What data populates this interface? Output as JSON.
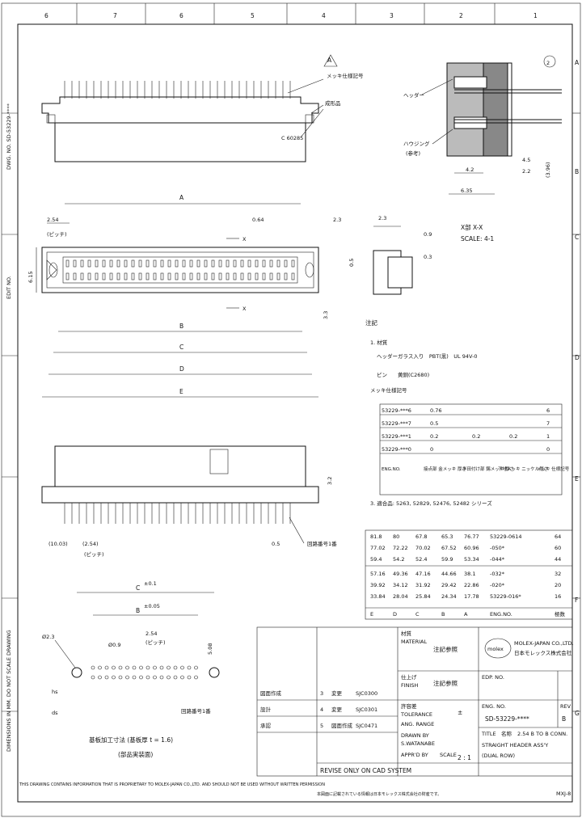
{
  "border": {
    "columns": [
      "6",
      "7",
      "6",
      "5",
      "4",
      "3",
      "2",
      "1"
    ],
    "rows": [
      "A",
      "B",
      "C",
      "D",
      "E",
      "F",
      "G"
    ],
    "side_text_top": "DWG. NO.  SD-53229-****",
    "side_text_mid": "EDIT NO.",
    "side_text_bottom": "DIMENSIONS IN MM. DO NOT SCALE DRAWING"
  },
  "top_view": {
    "rev_flag": "A",
    "plating_note": "メッキ仕様記号",
    "molding_note": "成形品",
    "wafer_label": "C 60285"
  },
  "side_section": {
    "header_label": "ヘッダー",
    "housing_label": "ハウジング",
    "housing_sub": "(参考)",
    "dim_42": "4.2",
    "dim_635": "6.35",
    "dim_22": "2.2",
    "dim_45": "4.5",
    "dim_396": "(3.96)"
  },
  "plan_view": {
    "dim_a": "A",
    "dim_b": "B",
    "dim_c": "C",
    "dim_d": "D",
    "dim_e": "E",
    "pitch_254": "2.54",
    "pitch_note": "(ピッチ)",
    "dim_064": "0.64",
    "dim_23": "2.3",
    "dim_615": "6.15",
    "dim_05": "0.5",
    "dim_33": "3.3",
    "section_x": "X"
  },
  "detail_x": {
    "dim_23": "2.3",
    "dim_09": "0.9",
    "dim_03": "0.3",
    "label": "X部 X-X",
    "scale": "SCALE: 4-1"
  },
  "notes": {
    "title": "注記",
    "item1": "1. 材質",
    "item1_line1": "ヘッダーガラス入り　PBT(黒)　UL 94V-0",
    "item1_line2": "ピン　　黄銅(C2680)",
    "item2": "メッキ仕様記号",
    "plating_rows": [
      [
        "53229-***6",
        "0.76",
        "",
        "",
        "6"
      ],
      [
        "53229-***7",
        "0.5",
        "",
        "",
        "7"
      ],
      [
        "53229-***1",
        "0.2",
        "0.2",
        "0.2",
        "1"
      ],
      [
        "53229-***0",
        "0",
        "",
        "",
        "0"
      ]
    ],
    "plating_header": [
      "ENG.NO.",
      "接点部 金メッキ 厚さ",
      "半田付け部 錫メッキ 厚さ",
      "下地メッキ ニッケル厚さ",
      "メッキ 仕様記号"
    ],
    "item3": "3. 適合品: 5263, 52829, 52476, 52482 シリーズ"
  },
  "front_view": {
    "dim_1003": "(10.03)",
    "dim_254": "(2.54)",
    "dim_254_note": "(ピッチ)",
    "dim_05": "0.5",
    "row_label": "回路番号1番",
    "dim_32": "3.2"
  },
  "dimension_table": {
    "rows": [
      [
        "81.8",
        "80",
        "67.8",
        "65.3",
        "76.77",
        "53229-0614",
        "64"
      ],
      [
        "77.02",
        "72.22",
        "70.02",
        "67.52",
        "60.96",
        "-050*",
        "60"
      ],
      [
        "59.4",
        "54.2",
        "52.4",
        "59.9",
        "53.34",
        "-044*",
        "44"
      ],
      [
        "57.16",
        "49.36",
        "47.16",
        "44.66",
        "38.1",
        "-032*",
        "32"
      ],
      [
        "39.92",
        "34.12",
        "31.92",
        "29.42",
        "22.86",
        "-020*",
        "20"
      ],
      [
        "33.84",
        "28.04",
        "25.84",
        "24.34",
        "17.78",
        "53229-016*",
        "16"
      ]
    ],
    "footer": [
      "E",
      "D",
      "C",
      "B",
      "A",
      "ENG.NO.",
      "極数"
    ]
  },
  "pcb_layout": {
    "dim_c": "C",
    "dim_b": "B",
    "tol_c": "±0.1",
    "tol_b": "±0.05",
    "dim_23": "Ø2.3",
    "dim_09": "Ø0.9",
    "dim_254": "2.54",
    "pitch_note": "(ピッチ)",
    "dim_5": "5.08",
    "hs_label": "hs",
    "ds_label": "ds",
    "row_label": "回路番号1番",
    "caption": "基板加工寸法 (基板厚 t = 1.6)",
    "caption2": "(部品実装面)"
  },
  "title_block": {
    "material_label": "MATERIAL",
    "material_label_jp": "材質",
    "material_value": "注記参照",
    "finish_label": "FINISH",
    "finish_label_jp": "仕上げ",
    "finish_value": "注記参照",
    "tolerance_label": "TOLERANCE",
    "tolerance_label_jp": "許容差",
    "tolerance_value": "±",
    "range_label": "ANG. RANGE",
    "drawn_label": "DRAWN BY",
    "drawn_value": "S.WATANABE",
    "apprd_label": "APPR'D BY",
    "scale_label": "SCALE",
    "scale_value": "2 : 1",
    "company_en": "MOLEX-JAPAN CO.,LTD.",
    "company_jp": "日本モレックス株式会社",
    "logo": "molex",
    "edp_label": "EDP. NO.",
    "eng_label": "ENG. NO.",
    "eng_value": "SD-53229-****",
    "rev_label": "REV",
    "rev_value": "B",
    "title_label": "TITLE",
    "title_jp": "名称",
    "title_line1": "2.54 B TO B CONN.",
    "title_line2": "STRAIGHT HEADER ASS'Y",
    "title_line3": "(DUAL ROW)",
    "revise_note": "REVISE ONLY ON CAD SYSTEM",
    "revision_rows": [
      [
        "3",
        "変更",
        "SJC0300"
      ],
      [
        "4",
        "変更",
        "SJC0301"
      ],
      [
        "5",
        "図面作成",
        "SJC0471"
      ]
    ],
    "rev_headers": [
      "図面作成",
      "設計",
      "承認"
    ],
    "footer_en": "THIS DRAWING CONTAINS INFORMATION THAT IS PROPRIETARY TO MOLEX-JAPAN CO.,LTD. AND SHOULD NOT BE USED WITHOUT WRITTEN PERMISSION",
    "footer_jp": "本図面に記載されている情報は日本モレックス株式会社の財産です。",
    "sheet_code": "MXJ-8"
  }
}
